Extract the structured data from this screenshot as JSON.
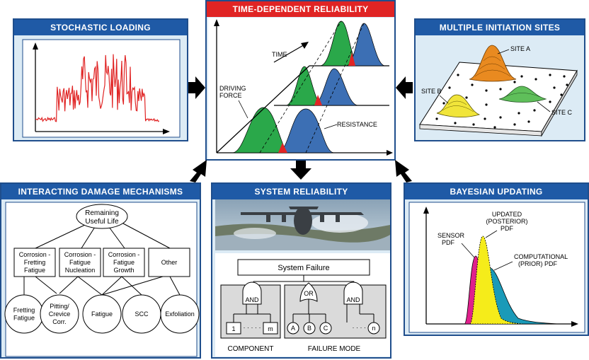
{
  "panels": {
    "stochastic": {
      "title": "STOCHASTIC LOADING"
    },
    "tdr": {
      "title": "TIME-DEPENDENT RELIABILITY",
      "time_label": "TIME",
      "driving_force_line1": "DRIVING",
      "driving_force_line2": "FORCE",
      "resistance_label": "RESISTANCE"
    },
    "multisite": {
      "title": "MULTIPLE INITIATION SITES",
      "site_a": "SITE A",
      "site_b": "SITE B",
      "site_c": "SITE C"
    },
    "damage": {
      "title": "INTERACTING DAMAGE MECHANISMS",
      "top_line1": "Remaining",
      "top_line2": "Useful Life",
      "mid_boxes": [
        [
          "Corrosion -",
          "Fretting",
          "Fatigue"
        ],
        [
          "Corrosion -",
          "Fatigue",
          "Nucleation"
        ],
        [
          "Corrosion -",
          "Fatigue",
          "Growth"
        ],
        [
          "Other"
        ]
      ],
      "bottom_circles": [
        [
          "Fretting",
          "Fatigue"
        ],
        [
          "Pitting/",
          "Crevice",
          "Corr."
        ],
        [
          "Fatigue"
        ],
        [
          "SCC"
        ],
        [
          "Exfoliation"
        ]
      ]
    },
    "system": {
      "title": "SYSTEM RELIABILITY",
      "system_failure": "System Failure",
      "and_label": "AND",
      "or_label": "OR",
      "comp_1": "1",
      "comp_m": "m",
      "modes": [
        "A",
        "B",
        "C"
      ],
      "mode_n": "n",
      "dots": "· · · · ·",
      "component_label": "COMPONENT",
      "failure_mode_label": "FAILURE MODE"
    },
    "bayesian": {
      "title": "BAYESIAN UPDATING",
      "updated_line1": "UPDATED",
      "updated_line2": "(POSTERIOR)",
      "updated_line3": "PDF",
      "sensor_line1": "SENSOR",
      "sensor_line2": "PDF",
      "comp_line1": "COMPUTATIONAL",
      "comp_line2": "(PRIOR) PDF"
    }
  },
  "colors": {
    "panel_header": "#1f5aa6",
    "panel_border": "#1f4e8c",
    "panel_bg": "#dcebf5",
    "tdr_header": "#e02424",
    "green": "#2aa84a",
    "blue": "#3c6fb4",
    "red": "#e02424",
    "magenta": "#e0208c",
    "yellow": "#f5ec1a",
    "teal": "#1a9ab8",
    "orange": "#e98a20"
  }
}
